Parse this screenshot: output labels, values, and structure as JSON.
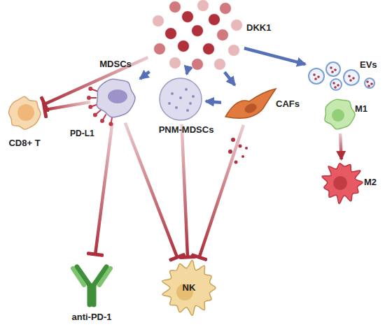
{
  "diagram": {
    "nodes": [
      {
        "text": [
          "DKK1"
        ]
      },
      {
        "text": [
          "CD8+ T"
        ]
      },
      {
        "text": [
          "MDSCs"
        ]
      },
      {
        "text": [
          "PNM-MDSCs"
        ]
      },
      {
        "text": [
          "CAFs"
        ]
      },
      {
        "text": [
          "EVs"
        ]
      },
      {
        "text": [
          "M1"
        ]
      },
      {
        "text": [
          "M2"
        ]
      },
      {
        "text": [
          "anti-PD-1"
        ]
      },
      {
        "text": [
          "NK"
        ]
      }
    ],
    "edges": [
      {
        "from": 0,
        "to": 1,
        "arrow": "to"
      },
      {
        "from": 0,
        "to": 2,
        "arrow": "to"
      },
      {
        "from": 0,
        "to": 3,
        "arrow": "to"
      },
      {
        "from": 0,
        "to": 4,
        "arrow": "to"
      },
      {
        "from": 0,
        "to": 5,
        "arrow": "to"
      },
      {
        "from": 2,
        "to": 1,
        "arrow": "to"
      },
      {
        "from": 4,
        "to": 3,
        "arrow": "to"
      },
      {
        "from": 2,
        "to": 8,
        "arrow": "to"
      },
      {
        "from": 2,
        "to": 9,
        "arrow": "to"
      },
      {
        "from": 3,
        "to": 9,
        "arrow": "to"
      },
      {
        "from": 4,
        "to": 9,
        "arrow": "to"
      },
      {
        "from": 6,
        "to": 7,
        "arrow": "to"
      }
    ],
    "labels": [
      "PD-L1"
    ]
  }
}
